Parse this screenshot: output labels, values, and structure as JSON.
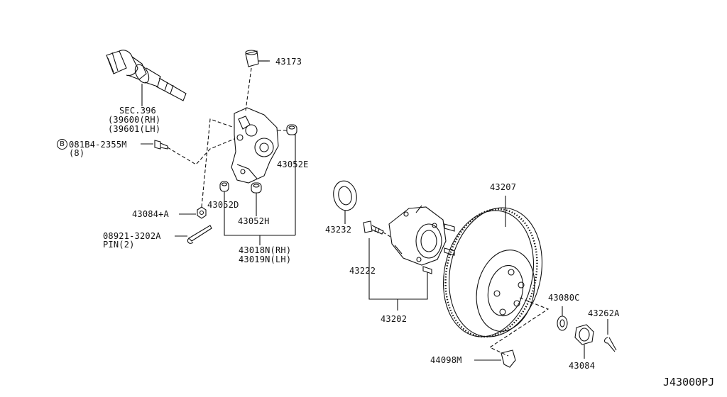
{
  "diagram_code": "J43000PJ",
  "labels": {
    "sec396": "SEC.396",
    "p39600": "(39600(RH)",
    "p39601": "(39601(LH)",
    "bolt_circle": "B",
    "bolt_081b4": "081B4-2355M",
    "bolt_qty": "(8)",
    "p43173": "43173",
    "p43052e": "43052E",
    "p43052d": "43052D",
    "p43052h": "43052H",
    "p43084a": "43084+A",
    "p08921": "08921-3202A",
    "pin2": "PIN(2)",
    "p43018n": "43018N(RH)",
    "p43019n": "43019N(LH)",
    "p43232": "43232",
    "p43222": "43222",
    "p43202": "43202",
    "p43207": "43207",
    "p43080c": "43080C",
    "p43262a": "43262A",
    "p43084": "43084",
    "p44098m": "44098M"
  }
}
